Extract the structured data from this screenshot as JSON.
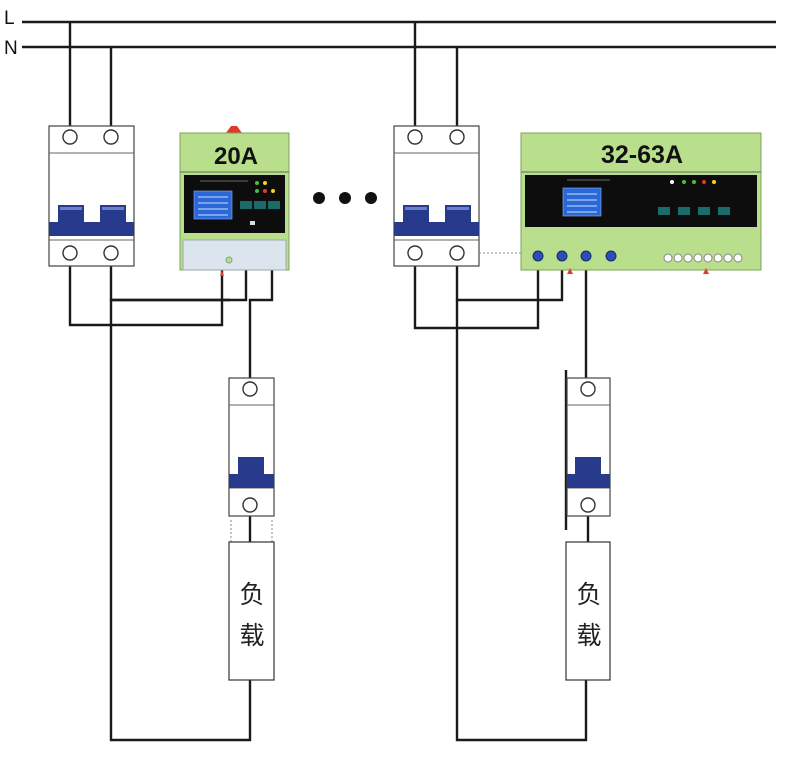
{
  "lines": {
    "live": "L",
    "neutral": "N"
  },
  "protectors": [
    {
      "rating": "20A"
    },
    {
      "rating": "32-63A"
    }
  ],
  "loads": [
    {
      "label_line1": "负",
      "label_line2": "载"
    },
    {
      "label_line1": "负",
      "label_line2": "载"
    }
  ],
  "colors": {
    "module_green": "#b9de8c",
    "breaker_blue": "#283a8c",
    "screen_blue": "#2a68d8",
    "wire": "#1a1a1a",
    "led_red": "#e23a2a",
    "led_yellow": "#f2d21a",
    "led_green": "#4bbf3a"
  },
  "icons": {
    "continuation": "ellipsis-dots-icon"
  }
}
